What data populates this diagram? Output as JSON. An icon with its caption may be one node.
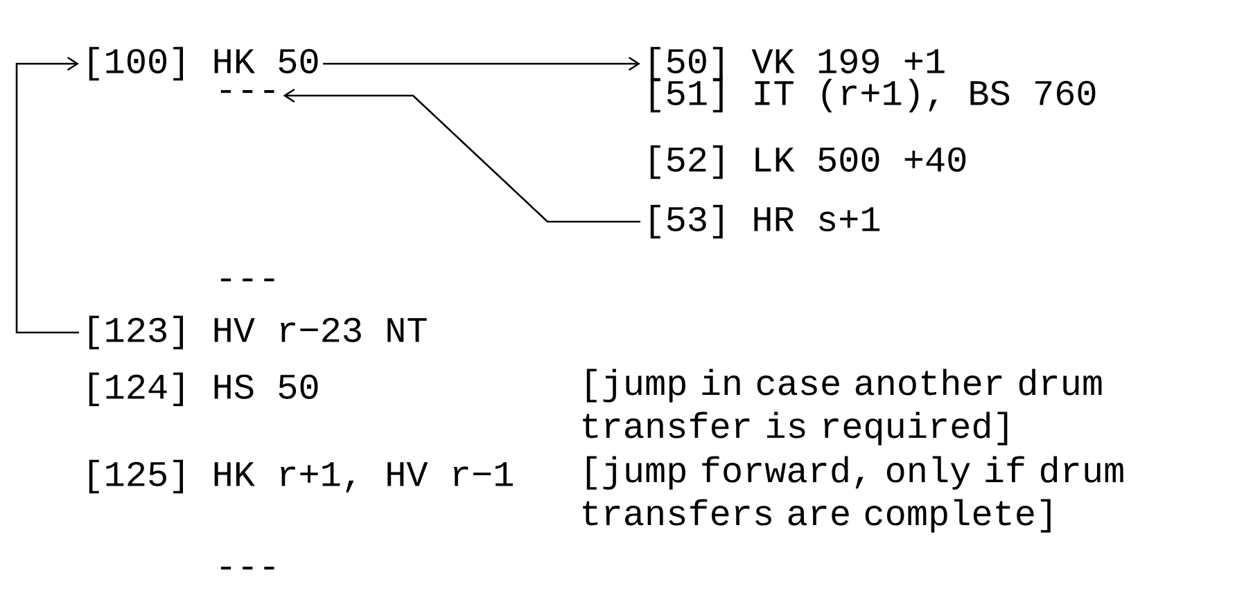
{
  "diagram": {
    "nodes": [
      {
        "text": [
          "[100] HK 50"
        ]
      },
      {
        "text": [
          "[50] VK 199 +1"
        ]
      },
      {
        "text": [
          "---"
        ]
      },
      {
        "text": [
          "[53] HR s+1"
        ]
      },
      {
        "text": [
          "[123] HV r−23 NT"
        ]
      }
    ],
    "edges": [
      {
        "from": 0,
        "to": 1,
        "arrow": "to"
      },
      {
        "from": 3,
        "to": 2,
        "arrow": "to"
      },
      {
        "from": 4,
        "to": 0,
        "arrow": "to"
      }
    ],
    "labels": [
      "[51] IT (r+1), BS 760",
      "[52] LK 500 +40",
      "---",
      "[124] HS 50",
      "[jump in case another drum transfer is required]",
      "[125] HK r+1, HV r−1",
      "[jump forward, only if drum transfers are complete]",
      "---"
    ]
  }
}
